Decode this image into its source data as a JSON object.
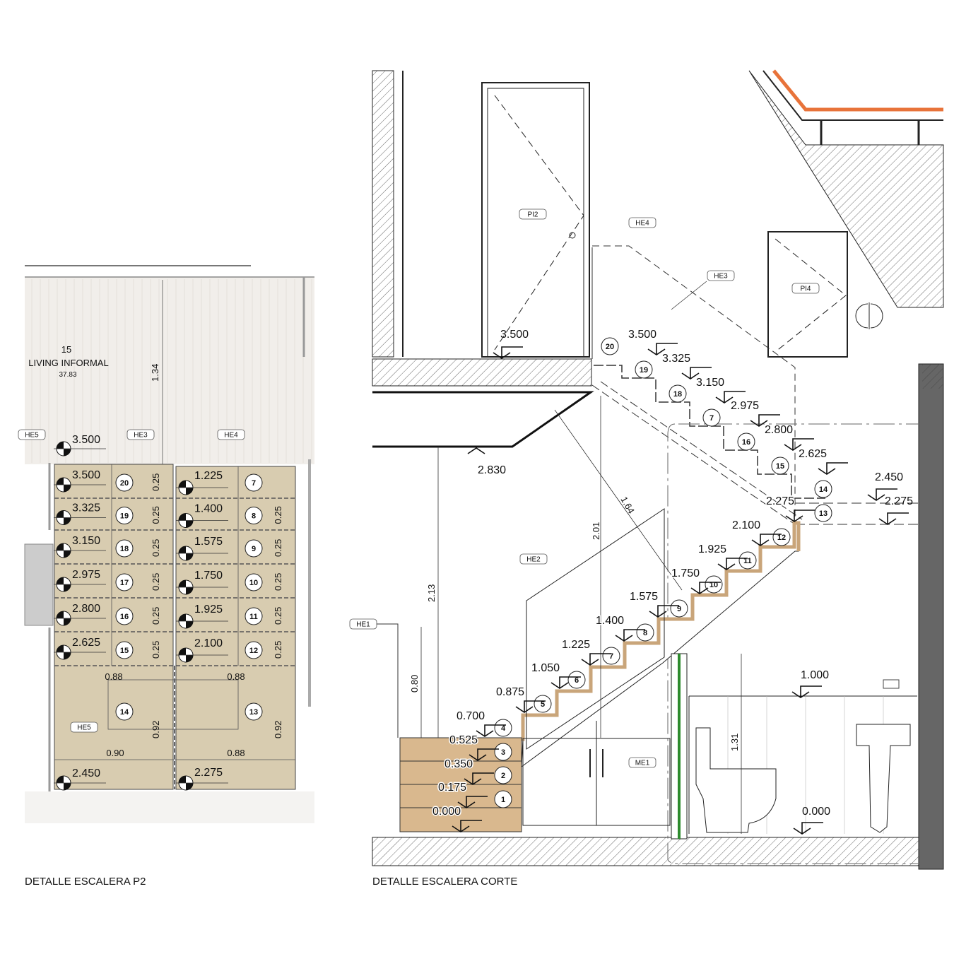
{
  "titles": {
    "plan": "DETALLE ESCALERA P2",
    "section": "DETALLE ESCALERA CORTE"
  },
  "colors": {
    "tread": "#d8ccb0",
    "wood": "#d9b88e",
    "stringer": "#c9a57a",
    "glass": "#2e8b2e",
    "roof_accent": "#e8733a",
    "floor_plan": "#f1eeea"
  },
  "plan": {
    "room": {
      "number": "15",
      "name": "LIVING INFORMAL",
      "area": "37.83"
    },
    "dim_top": "1.34",
    "top_level": "3.500",
    "tags": [
      "HE5",
      "HE3",
      "HE4",
      "HE5"
    ],
    "left_steps": [
      {
        "n": "20",
        "level": "3.500",
        "rise": "0.25"
      },
      {
        "n": "19",
        "level": "3.325",
        "rise": "0.25"
      },
      {
        "n": "18",
        "level": "3.150",
        "rise": "0.25"
      },
      {
        "n": "17",
        "level": "2.975",
        "rise": "0.25"
      },
      {
        "n": "16",
        "level": "2.800",
        "rise": "0.25"
      },
      {
        "n": "15",
        "level": "2.625",
        "rise": "0.25"
      }
    ],
    "right_steps": [
      {
        "n": "7",
        "level": "1.225",
        "rise": ""
      },
      {
        "n": "8",
        "level": "1.400",
        "rise": "0.25"
      },
      {
        "n": "9",
        "level": "1.575",
        "rise": "0.25"
      },
      {
        "n": "10",
        "level": "1.750",
        "rise": "0.25"
      },
      {
        "n": "11",
        "level": "1.925",
        "rise": "0.25"
      },
      {
        "n": "12",
        "level": "2.100",
        "rise": "0.25"
      }
    ],
    "landing": {
      "left": {
        "n": "14",
        "width_top": "0.88",
        "depth": "0.92",
        "width_bottom": "0.90",
        "level": "2.450"
      },
      "right": {
        "n": "13",
        "width_top": "0.88",
        "depth": "0.92",
        "width_bottom": "0.88",
        "level": "2.275"
      }
    }
  },
  "section": {
    "tags": {
      "pi2": "PI2",
      "he4": "HE4",
      "he3": "HE3",
      "pi4": "PI4",
      "he2": "HE2",
      "he1": "HE1",
      "me1": "ME1"
    },
    "upper_floor_level": "3.500",
    "ceiling_level": "2.830",
    "dims": {
      "d213": "2.13",
      "d201": "2.01",
      "d164": "1.64",
      "d080": "0.80",
      "d131": "1.31"
    },
    "bath_levels": {
      "sink": "1.000",
      "floor": "0.000"
    },
    "landing_levels": {
      "l14": "2.450",
      "l13": "2.275"
    },
    "steps": [
      {
        "n": "1",
        "level": "0.000"
      },
      {
        "n": "2",
        "level": "0.175"
      },
      {
        "n": "3",
        "level": "0.350"
      },
      {
        "n": "4",
        "level": "0.525"
      },
      {
        "n": "5",
        "level": "0.700"
      },
      {
        "n": "6",
        "level": "0.875"
      },
      {
        "n": "7",
        "level": "1.050"
      },
      {
        "n": "8",
        "level": "1.225"
      },
      {
        "n": "9",
        "level": "1.400"
      },
      {
        "n": "10",
        "level": "1.575"
      },
      {
        "n": "11",
        "level": "1.750"
      },
      {
        "n": "12",
        "level": "1.925"
      },
      {
        "n": "13",
        "level": "2.100"
      },
      {
        "n": "14",
        "level": "2.275"
      },
      {
        "n": "15",
        "level": "2.625"
      },
      {
        "n": "16",
        "level": "2.800"
      },
      {
        "n": "7",
        "level": "2.975"
      },
      {
        "n": "18",
        "level": "3.150"
      },
      {
        "n": "19",
        "level": "3.325"
      },
      {
        "n": "20",
        "level": "3.500"
      }
    ]
  }
}
